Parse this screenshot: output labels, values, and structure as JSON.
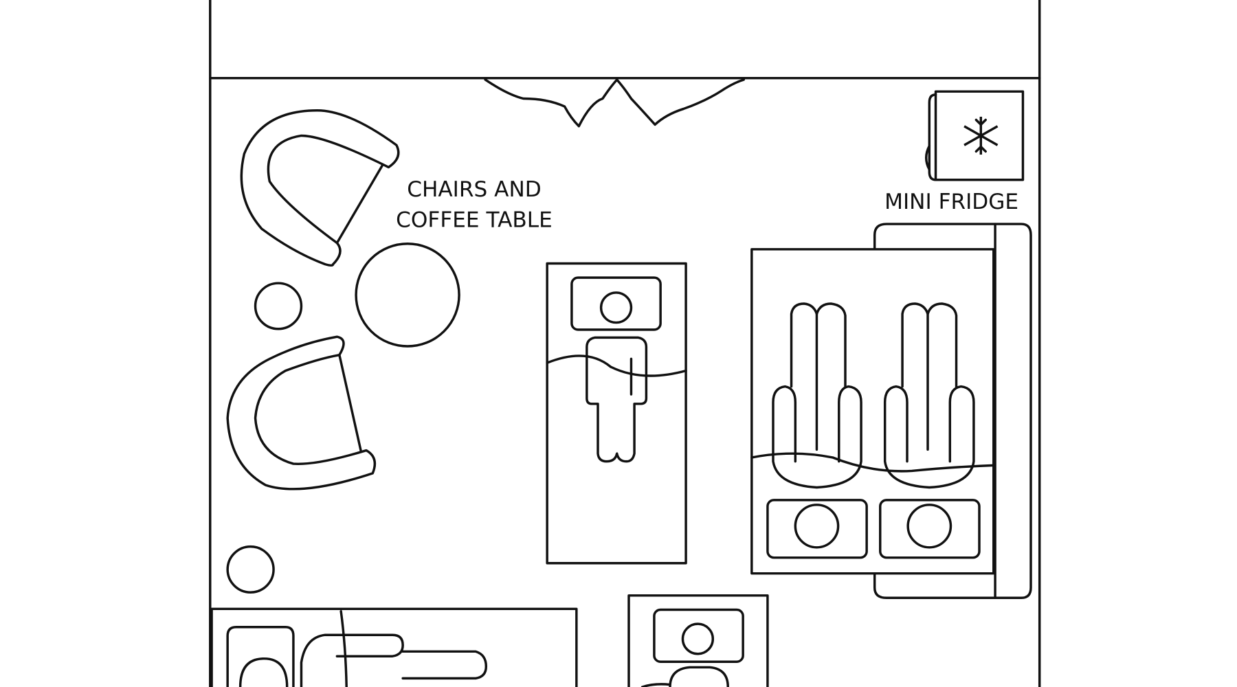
{
  "labels": {
    "chairs_and_table_line1": "CHAIRS AND",
    "chairs_and_table_line2": "COFFEE TABLE",
    "mini_fridge": "MINI FRIDGE"
  },
  "colors": {
    "stroke": "#111111",
    "background": "#ffffff"
  },
  "icons": [
    "snowflake-icon",
    "person-icon",
    "pillow-icon"
  ]
}
